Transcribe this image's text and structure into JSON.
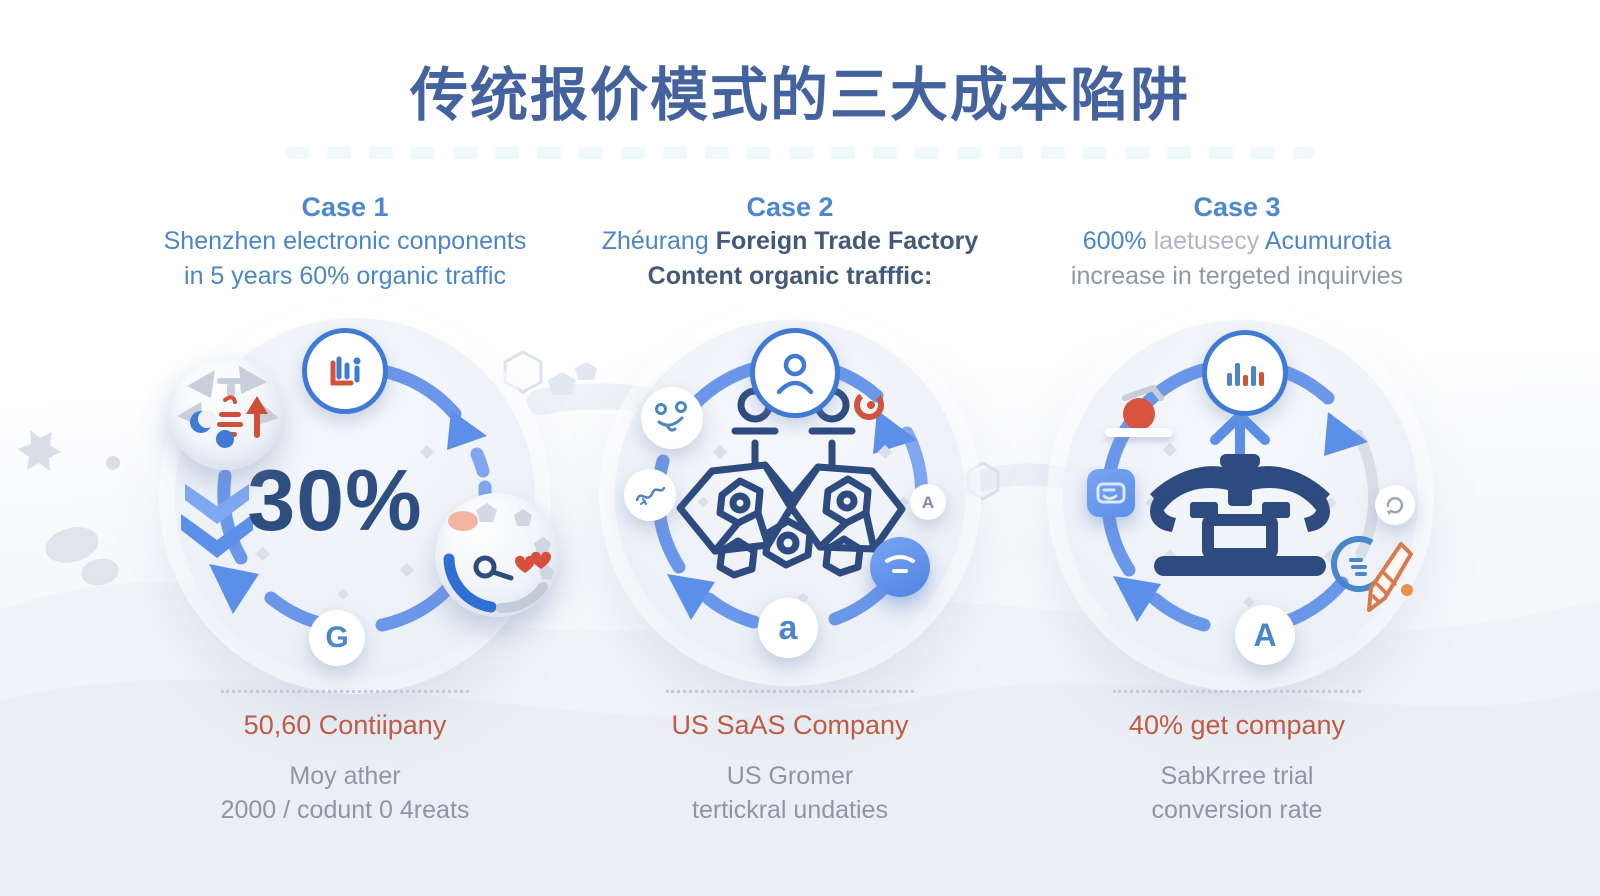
{
  "title": "传统报价模式的三大成本陷阱",
  "colors": {
    "title_navy": "#44639e",
    "case_header_blue": "#4e88cc",
    "body_blue": "#4a86c8",
    "dark_slate": "#44597a",
    "muted_gray": "#8d96a6",
    "faded_gray": "#aeb6c2",
    "orange_text": "#c05b45",
    "arrow_blue": "#6b97ea",
    "navy_art": "#2d4b7e",
    "node_ring_blue": "#3f7ad6",
    "icon_orange": "#d0543a"
  },
  "cases": [
    {
      "label": "Case 1",
      "line1": "Shenzhen electronic conponents",
      "line2": "in 5 years 60% organic traffic",
      "center_value": "30%",
      "node_bottom_letter": "G",
      "bottom_title": "50,60 Contiipany",
      "bottom_line1": "Moy ather",
      "bottom_line2": "2000 / codunt 0 4reats"
    },
    {
      "label": "Case 2",
      "line1_a": "Zhéurang",
      "line1_b": " Foreign Trade Factory",
      "line2": "Content organic trafffic:",
      "node_bottom_letter": "a",
      "side_letter": "A",
      "bottom_title": "US SaAS Company",
      "bottom_line1": "US Gromer",
      "bottom_line2": "tertickral undaties"
    },
    {
      "label": "Case 3",
      "line1_a": "600%",
      "line1_b": " laetusecy ",
      "line1_c": "Acumurotia",
      "line2": "increase in tergeted inquirvies",
      "node_bottom_letter": "A",
      "bottom_title": "40% get company",
      "bottom_line1": "SabKrree trial",
      "bottom_line2": "conversion rate"
    }
  ],
  "icons": {
    "case1_top": "chart-report-icon",
    "case1_sphere_left": "pinwheel-trend-icon",
    "case1_sphere_right": "gauge-heart-icon",
    "case1_left": "down-arrow-icon",
    "case2_top": "person-icon",
    "case2_accent": "orange-swirl-icon",
    "case2_left_top": "doodle-face-icon",
    "case2_left_bottom": "squiggle-icon",
    "case2_bottom_right": "robot-face-icon",
    "case2_center": "team-mesh-illustration",
    "case3_top": "bar-chart-icon",
    "case3_left_top": "red-ball-shelf-icon",
    "case3_left": "printer-icon",
    "case3_right": "refresh-swirl-icon",
    "case3_bottom_right": "rocket-icon",
    "case3_center": "press-machine-icon"
  }
}
